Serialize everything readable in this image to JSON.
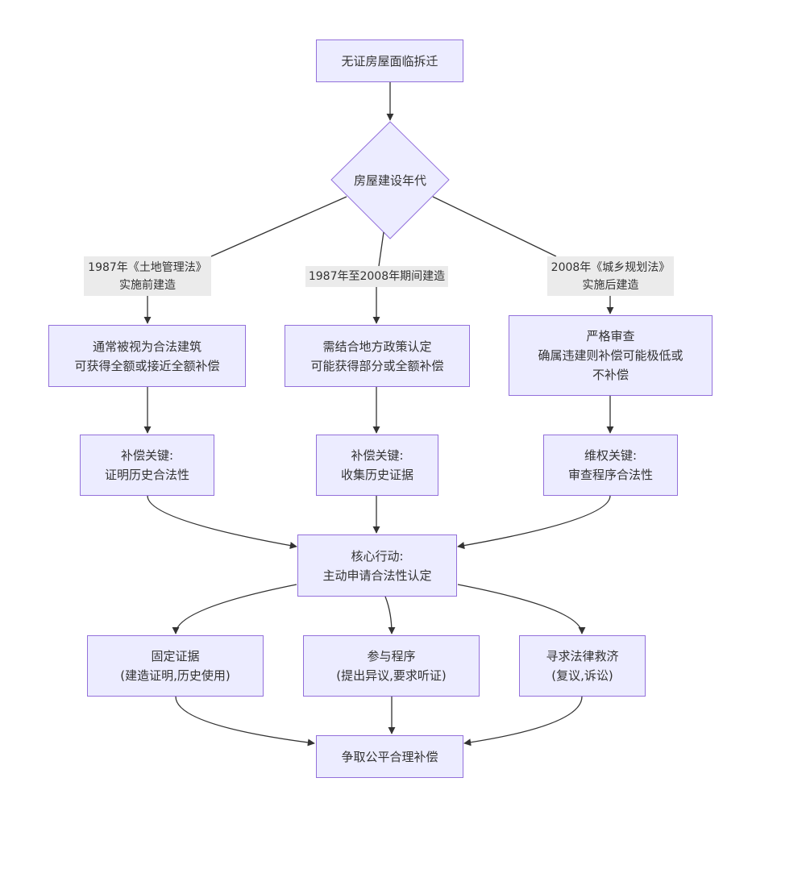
{
  "nodes": {
    "start": {
      "line1": "无证房屋面临拆迁"
    },
    "decision": {
      "line1": "房屋建设年代"
    },
    "left1": {
      "line1": "通常被视为合法建筑",
      "line2": "可获得全额或接近全额补偿"
    },
    "mid1": {
      "line1": "需结合地方政策认定",
      "line2": "可能获得部分或全额补偿"
    },
    "right1": {
      "line1": "严格审查",
      "line2": "确属违建则补偿可能极低或",
      "line3": "不补偿"
    },
    "left2": {
      "line1": "补偿关键:",
      "line2": "证明历史合法性"
    },
    "mid2": {
      "line1": "补偿关键:",
      "line2": "收集历史证据"
    },
    "right2": {
      "line1": "维权关键:",
      "line2": "审查程序合法性"
    },
    "core": {
      "line1": "核心行动:",
      "line2": "主动申请合法性认定"
    },
    "act1": {
      "line1": "固定证据",
      "line2": "(建造证明,历史使用)"
    },
    "act2": {
      "line1": "参与程序",
      "line2": "(提出异议,要求听证)"
    },
    "act3": {
      "line1": "寻求法律救济",
      "line2": "(复议,诉讼)"
    },
    "end": {
      "line1": "争取公平合理补偿"
    }
  },
  "edge_labels": {
    "left": {
      "line1": "1987年《土地管理法》",
      "line2": "实施前建造"
    },
    "mid": {
      "line1": "1987年至2008年期间建造"
    },
    "right": {
      "line1": "2008年《城乡规划法》",
      "line2": "实施后建造"
    }
  },
  "colors": {
    "node_fill": "#ECECFF",
    "node_stroke": "#9370DB",
    "edge": "#333333",
    "label_bg": "#E8E8E8"
  }
}
